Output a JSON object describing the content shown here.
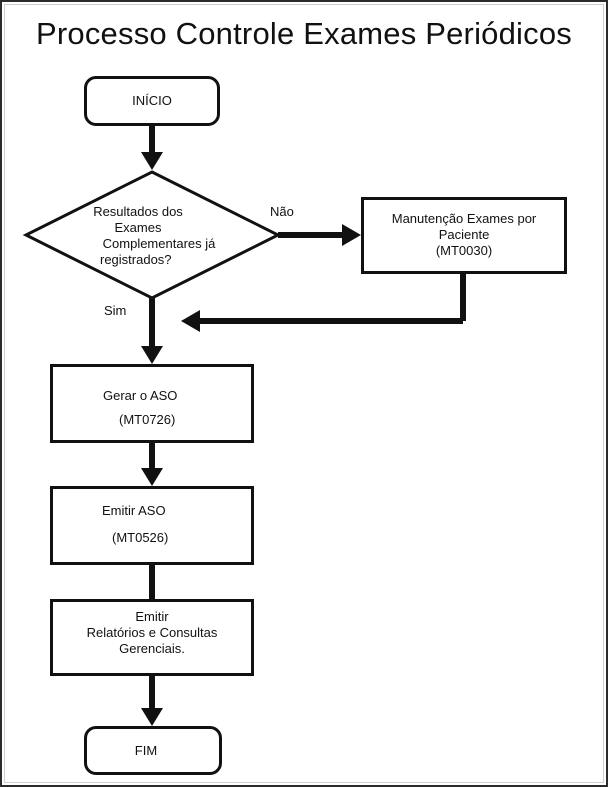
{
  "title": "Processo Controle Exames Periódicos",
  "nodes": {
    "start": "INÍCIO",
    "decision": {
      "lines": [
        "Resultados dos",
        "Exames",
        "Complementares já",
        "registrados?"
      ]
    },
    "maintenance": {
      "lines": [
        "Manutenção Exames por",
        "Paciente",
        "(MT0030)"
      ]
    },
    "gerar": {
      "lines": [
        "Gerar o ASO",
        "(MT0726)"
      ]
    },
    "emitir": {
      "lines": [
        "Emitir ASO",
        "(MT0526)"
      ]
    },
    "relatorios": {
      "lines": [
        "Emitir",
        "Relatórios e Consultas",
        "Gerenciais."
      ]
    },
    "end": "FIM"
  },
  "edge_labels": {
    "no": "Não",
    "yes": "Sim"
  }
}
